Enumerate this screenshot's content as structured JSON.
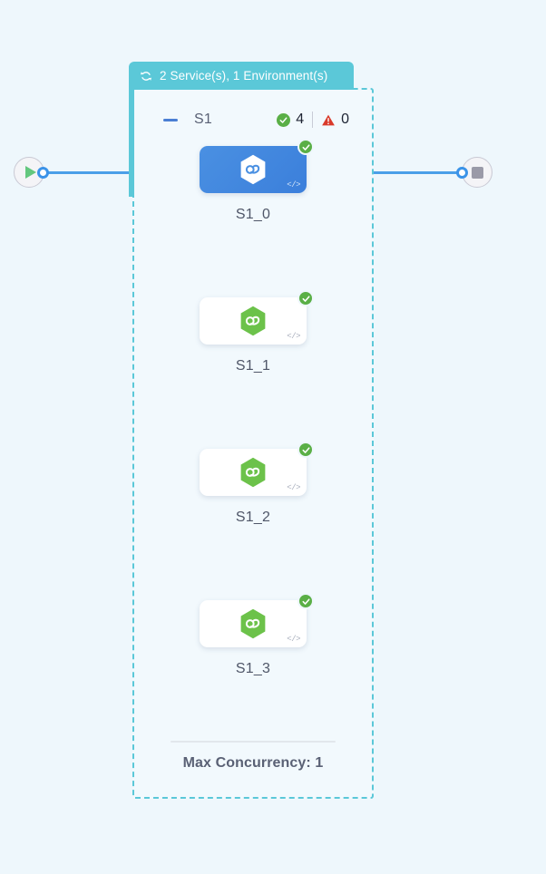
{
  "canvas": {
    "background_color": "#eef7fc"
  },
  "start_node": {
    "name": "start",
    "icon": "play-icon",
    "icon_color": "#63c77e"
  },
  "end_node": {
    "name": "end",
    "icon": "stop-icon",
    "icon_color": "#9a9aa8"
  },
  "group": {
    "tab": {
      "icon": "cycle-refresh-icon",
      "label": "2 Service(s), 1 Environment(s)",
      "background_color": "#5bc8d8",
      "text_color": "#ffffff"
    },
    "collapse_control": "collapse-dash",
    "title": "S1",
    "stats": {
      "success": {
        "icon": "check-circle-icon",
        "color": "#5aaf46",
        "value": "4"
      },
      "error": {
        "icon": "warning-triangle-icon",
        "color": "#d93a2b",
        "value": "0"
      }
    },
    "services": [
      {
        "label": "S1_0",
        "selected": true,
        "status": "success",
        "status_icon": "check-circle-icon",
        "logo": "hexagon-infinity-icon",
        "logo_color": "#ffffff",
        "card_color": "#4a90e2",
        "code_icon": "</>"
      },
      {
        "label": "S1_1",
        "selected": false,
        "status": "success",
        "status_icon": "check-circle-icon",
        "logo": "hexagon-infinity-icon",
        "logo_color": "#6cc24a",
        "card_color": "#ffffff",
        "code_icon": "</>"
      },
      {
        "label": "S1_2",
        "selected": false,
        "status": "success",
        "status_icon": "check-circle-icon",
        "logo": "hexagon-infinity-icon",
        "logo_color": "#6cc24a",
        "card_color": "#ffffff",
        "code_icon": "</>"
      },
      {
        "label": "S1_3",
        "selected": false,
        "status": "success",
        "status_icon": "check-circle-icon",
        "logo": "hexagon-infinity-icon",
        "logo_color": "#6cc24a",
        "card_color": "#ffffff",
        "code_icon": "</>"
      }
    ],
    "footer": {
      "max_concurrency_label": "Max Concurrency: 1"
    },
    "border_color": "#5bc8d8"
  }
}
